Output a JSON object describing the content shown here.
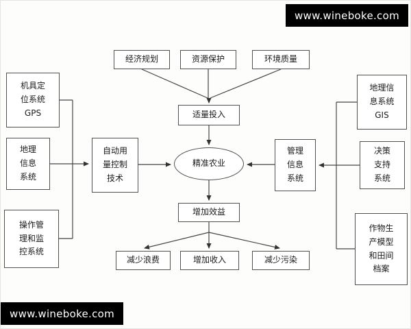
{
  "watermarks": {
    "top": "www.wineboke.com",
    "bottom": "www.wineboke.com"
  },
  "diagram": {
    "goals": [
      "经济规划",
      "资源保护",
      "环境质量"
    ],
    "input": "适量投入",
    "center": "精准农业",
    "left_sources": [
      "机具定\n位系统\nGPS",
      "地理\n信息\n系统",
      "操作管\n理和监\n控系统"
    ],
    "left_hub": "自动用\n量控制\n技术",
    "right_hub": "管理\n信息\n系统",
    "right_sources": [
      "地理信\n息系统\nGIS",
      "决策\n支持\n系统",
      "作物生\n产模型\n和田间\n档案"
    ],
    "benefit": "增加效益",
    "outcomes": [
      "减少浪费",
      "增加收入",
      "减少污染"
    ],
    "colors": {
      "line": "#444444",
      "box_border": "#4f4f4f",
      "watermark_bg": "#000000",
      "watermark_text": "#ffffff"
    }
  }
}
